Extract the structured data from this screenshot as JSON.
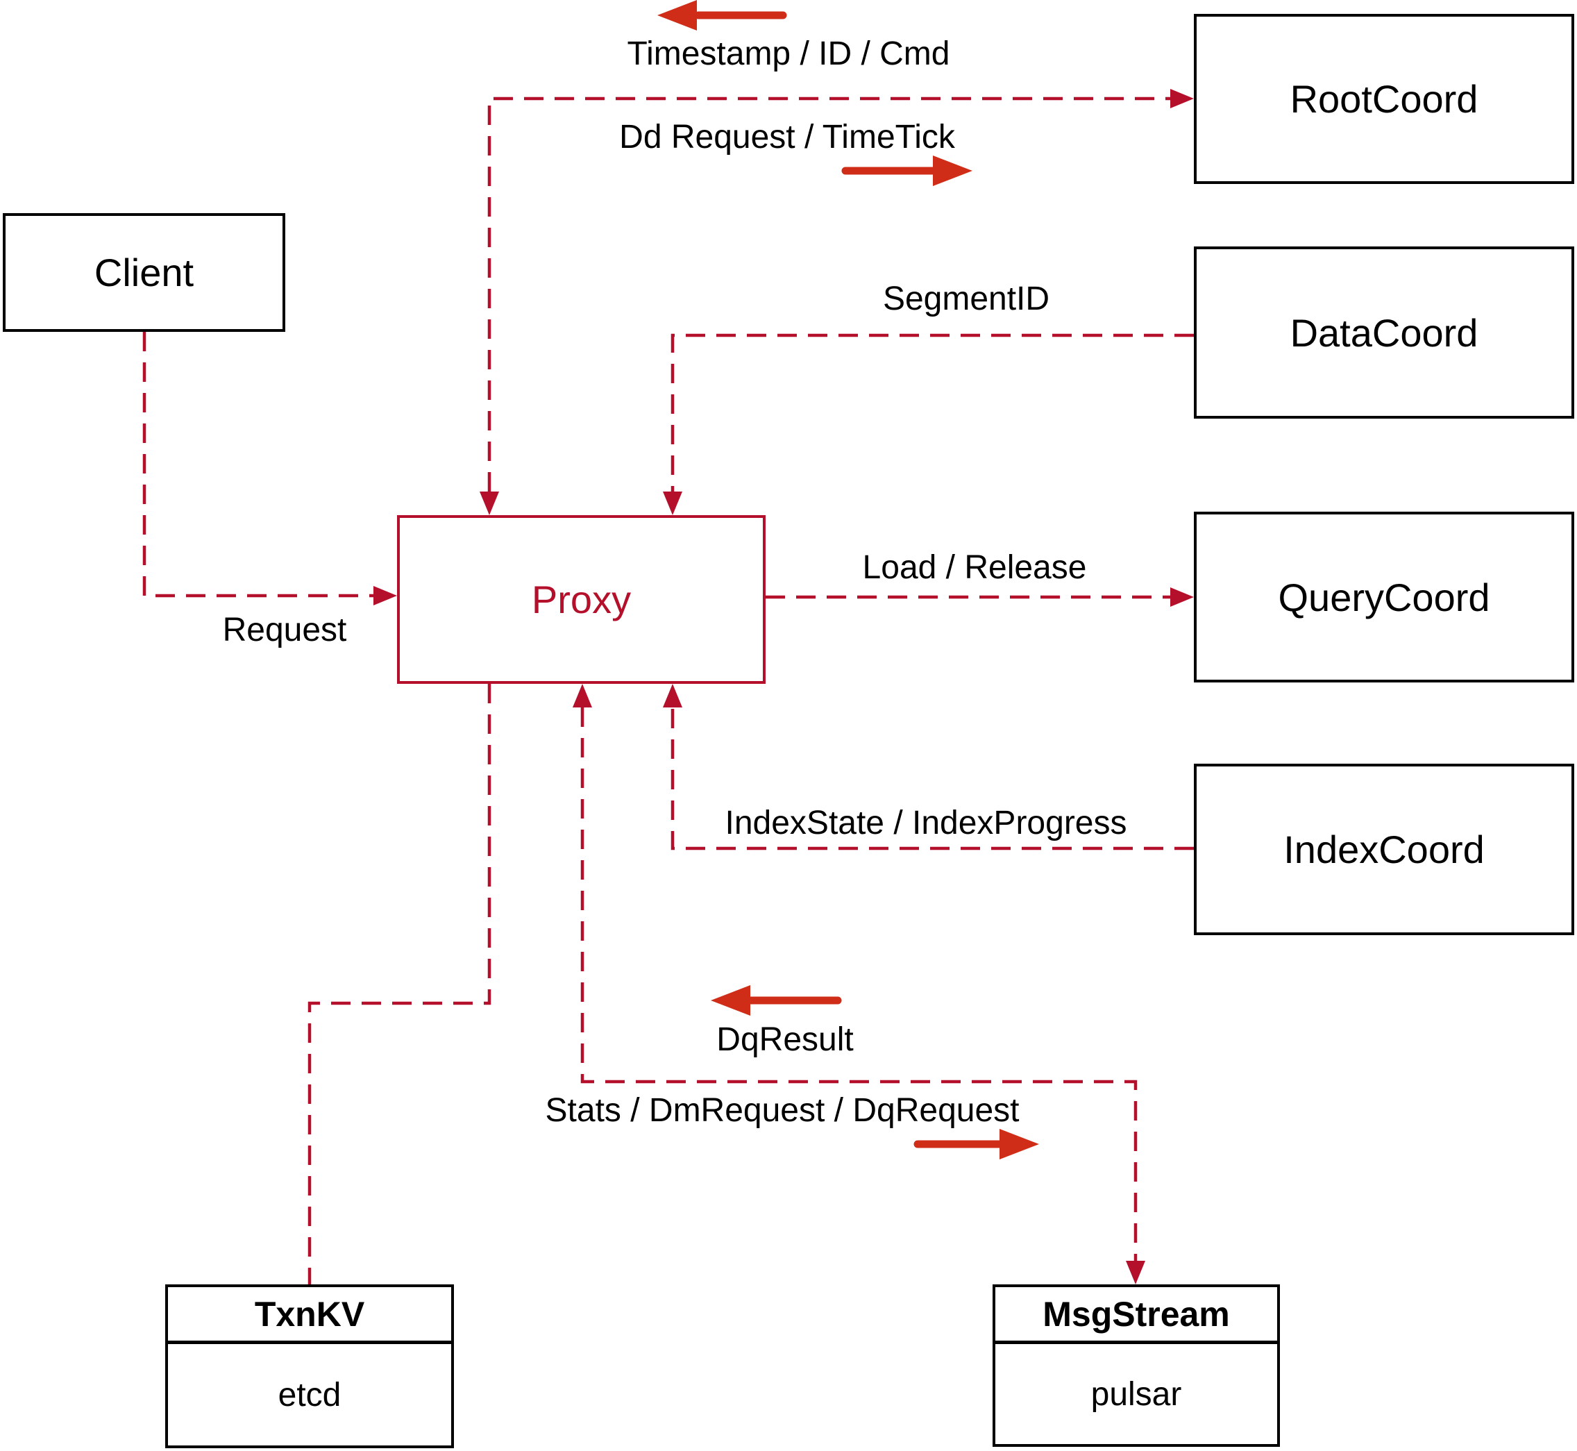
{
  "diagram": {
    "nodes": {
      "client": {
        "label": "Client"
      },
      "root_coord": {
        "label": "RootCoord"
      },
      "data_coord": {
        "label": "DataCoord"
      },
      "query_coord": {
        "label": "QueryCoord"
      },
      "index_coord": {
        "label": "IndexCoord"
      },
      "proxy": {
        "label": "Proxy"
      },
      "txn_kv": {
        "title": "TxnKV",
        "impl": "etcd"
      },
      "msg_stream": {
        "title": "MsgStream",
        "impl": "pulsar"
      }
    },
    "edges": {
      "request": {
        "label": "Request"
      },
      "timestamp_id_cmd": {
        "label": "Timestamp / ID / Cmd",
        "direction": "left"
      },
      "dd_request_timetick": {
        "label": "Dd Request / TimeTick",
        "direction": "right"
      },
      "segment_id": {
        "label": "SegmentID"
      },
      "load_release": {
        "label": "Load / Release"
      },
      "index_state_progress": {
        "label": "IndexState / IndexProgress"
      },
      "dq_result": {
        "label": "DqResult",
        "direction": "left"
      },
      "stats_dm_dq": {
        "label": "Stats / DmRequest / DqRequest",
        "direction": "right"
      }
    },
    "colors": {
      "dashed_line_red": "#b5102b",
      "solid_arrow_red": "#cf2d18",
      "box_border_black": "#000000",
      "text_black": "#000000",
      "background": "#ffffff"
    }
  }
}
